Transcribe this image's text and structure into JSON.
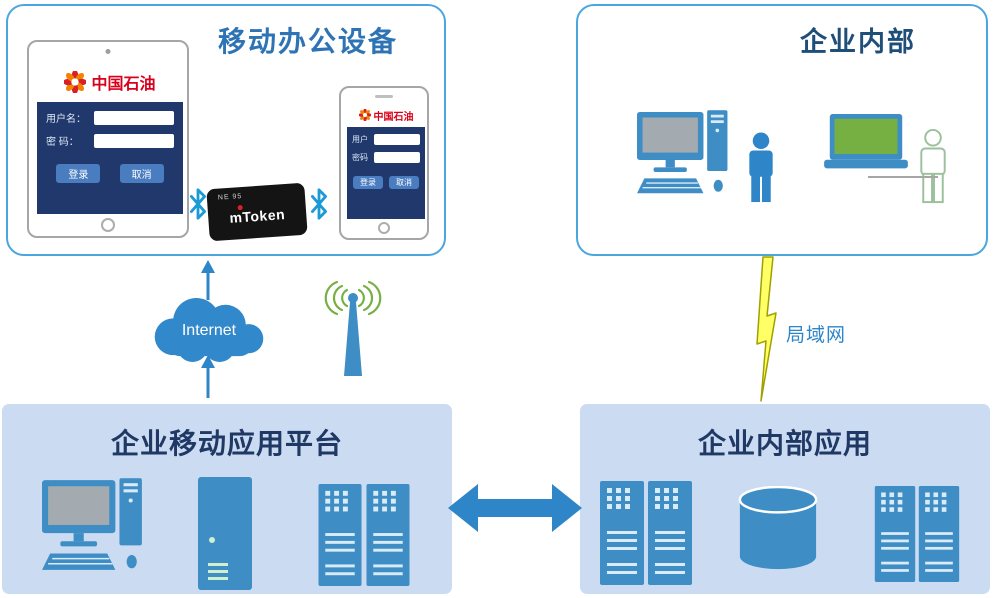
{
  "boxes": {
    "mobile_devices": {
      "title": "移动办公设备"
    },
    "enterprise_internal": {
      "title": "企业内部"
    },
    "mobile_platform": {
      "title": "企业移动应用平台"
    },
    "internal_apps": {
      "title": "企业内部应用"
    }
  },
  "tablet": {
    "brand": "中国石油",
    "username_label": "用户名：",
    "password_label": "密 码：",
    "login_button": "登录",
    "cancel_button": "取消"
  },
  "phone": {
    "brand": "中国石油",
    "username_label": "用户",
    "password_label": "密码",
    "login_button": "登录",
    "cancel_button": "取消"
  },
  "token": {
    "model": "NE 95",
    "name": "mToken"
  },
  "network": {
    "internet_label": "Internet",
    "lan_label": "局域网"
  },
  "colors": {
    "icon_blue": "#3E8DC5",
    "box_border_blue": "#4BA6E0",
    "panel_fill": "#CBDCF2",
    "title_blue": "#2E74B5",
    "title_dark": "#1F3864",
    "accent_green": "#76B043",
    "bolt_yellow": "#FFFF66",
    "brand_red": "#D9001B"
  }
}
